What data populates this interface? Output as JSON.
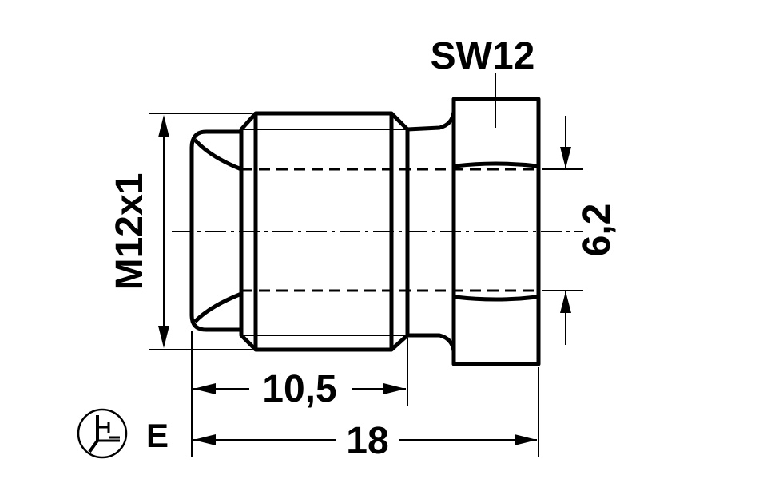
{
  "drawing": {
    "wrench_size_label": "SW12",
    "thread_label": "M12x1",
    "thread_length_label": "10,5",
    "total_length_label": "18",
    "hex_height_label": "6,2",
    "projection_symbol_icon": "first-angle-projection-icon",
    "projection_letter": "E"
  }
}
